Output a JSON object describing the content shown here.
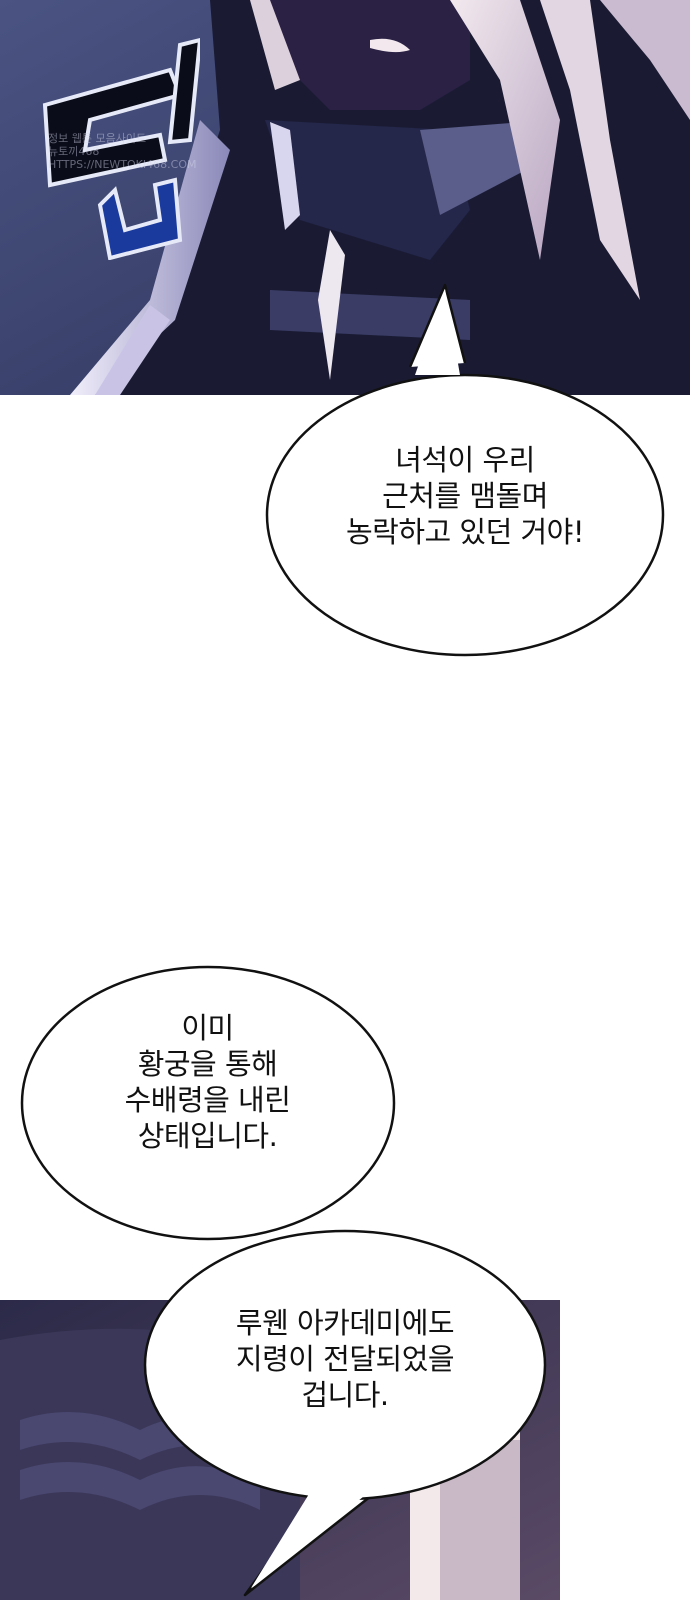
{
  "sound_effect": {
    "text": "덥"
  },
  "watermark": {
    "line1": "정보 웹툰 모음사이트",
    "line2": "뉴토끼468",
    "line3": "HTTPS://NEWTOKI468.COM"
  },
  "bubble_1": {
    "lines": [
      "녀석이 우리",
      "근처를 맴돌며",
      "농락하고 있던 거야!"
    ]
  },
  "bubble_2": {
    "lines": [
      "이미",
      "황궁을 통해",
      "수배령을 내린",
      "상태입니다."
    ]
  },
  "bubble_3": {
    "lines": [
      "루웬 아카데미에도",
      "지령이 전달되었을",
      "겁니다."
    ]
  }
}
